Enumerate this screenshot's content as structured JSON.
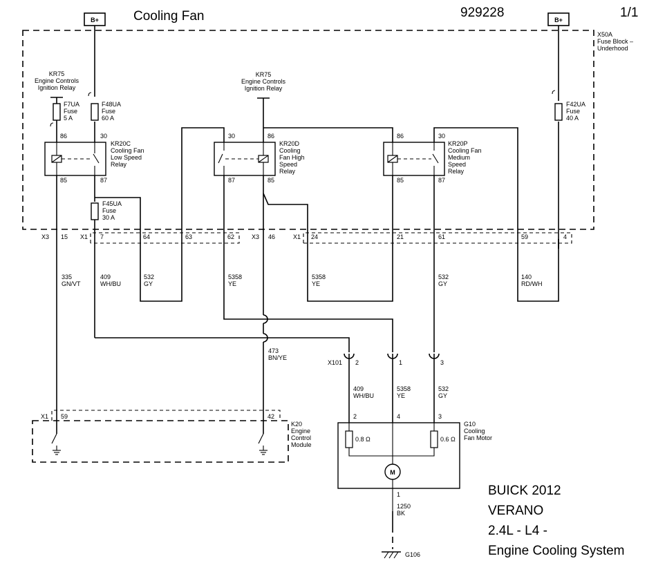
{
  "header": {
    "title": "Cooling Fan",
    "diagram_number": "929228",
    "page": "1/1",
    "bplus_label": "B+"
  },
  "fuse_block": {
    "id": "X50A",
    "name": "Fuse Block –",
    "name2": "Underhood"
  },
  "kr75_left": {
    "id": "KR75",
    "line1": "Engine Controls",
    "line2": "Ignition Relay"
  },
  "kr75_mid": {
    "id": "KR75",
    "line1": "Engine Controls",
    "line2": "Ignition Relay"
  },
  "fuses": {
    "f7": {
      "id": "F7UA",
      "type": "Fuse",
      "rating": "5 A"
    },
    "f48": {
      "id": "F48UA",
      "type": "Fuse",
      "rating": "60 A"
    },
    "f42": {
      "id": "F42UA",
      "type": "Fuse",
      "rating": "40 A"
    },
    "f45": {
      "id": "F45UA",
      "type": "Fuse",
      "rating": "30 A"
    }
  },
  "relays": {
    "kr20c": {
      "id": "KR20C",
      "l1": "Cooling Fan",
      "l2": "Low Speed",
      "l3": "Relay",
      "p86": "86",
      "p30": "30",
      "p85": "85",
      "p87": "87"
    },
    "kr20d": {
      "id": "KR20D",
      "l1": "Cooling",
      "l2": "Fan High",
      "l3": "Speed",
      "l4": "Relay",
      "p30": "30",
      "p86": "86",
      "p87": "87",
      "p85": "85"
    },
    "kr20p": {
      "id": "KR20P",
      "l1": "Cooling Fan",
      "l2": "Medium",
      "l3": "Speed",
      "l4": "Relay",
      "p86": "86",
      "p30": "30",
      "p85": "85",
      "p87": "87"
    }
  },
  "connector_row": {
    "x3a": "X3",
    "p15": "15",
    "x1a": "X1",
    "p7": "7",
    "p64": "64",
    "p63": "63",
    "p62": "62",
    "x3b": "X3",
    "p46": "46",
    "x1b": "X1",
    "p24": "24",
    "p21": "21",
    "p61": "61",
    "p59": "59",
    "p4": "4"
  },
  "wires": {
    "w335": {
      "circuit": "335",
      "color": "GN/VT"
    },
    "w409": {
      "circuit": "409",
      "color": "WH/BU"
    },
    "w532a": {
      "circuit": "532",
      "color": "GY"
    },
    "w5358a": {
      "circuit": "5358",
      "color": "YE"
    },
    "w5358b": {
      "circuit": "5358",
      "color": "YE"
    },
    "w532b": {
      "circuit": "532",
      "color": "GY"
    },
    "w140": {
      "circuit": "140",
      "color": "RD/WH"
    },
    "w473": {
      "circuit": "473",
      "color": "BN/YE"
    },
    "w409b": {
      "circuit": "409",
      "color": "WH/BU"
    },
    "w5358c": {
      "circuit": "5358",
      "color": "YE"
    },
    "w532c": {
      "circuit": "532",
      "color": "GY"
    },
    "w1250": {
      "circuit": "1250",
      "color": "BK"
    }
  },
  "x101": {
    "id": "X101",
    "p2": "2",
    "p1": "1",
    "p3": "3"
  },
  "ecm": {
    "conn": "X1",
    "p59": "59",
    "p42": "42",
    "id": "K20",
    "l1": "Engine",
    "l2": "Control",
    "l3": "Module"
  },
  "motor": {
    "id": "G10",
    "l1": "Cooling",
    "l2": "Fan Motor",
    "p2": "2",
    "p4": "4",
    "p3": "3",
    "p1": "1",
    "r1": "0.8 Ω",
    "r2": "0.6 Ω",
    "symbol": "M"
  },
  "ground": {
    "id": "G106"
  },
  "vehicle": {
    "make_year": "BUICK 2012",
    "model": "VERANO",
    "engine": "2.4L - L4 -",
    "system": "Engine Cooling System"
  }
}
